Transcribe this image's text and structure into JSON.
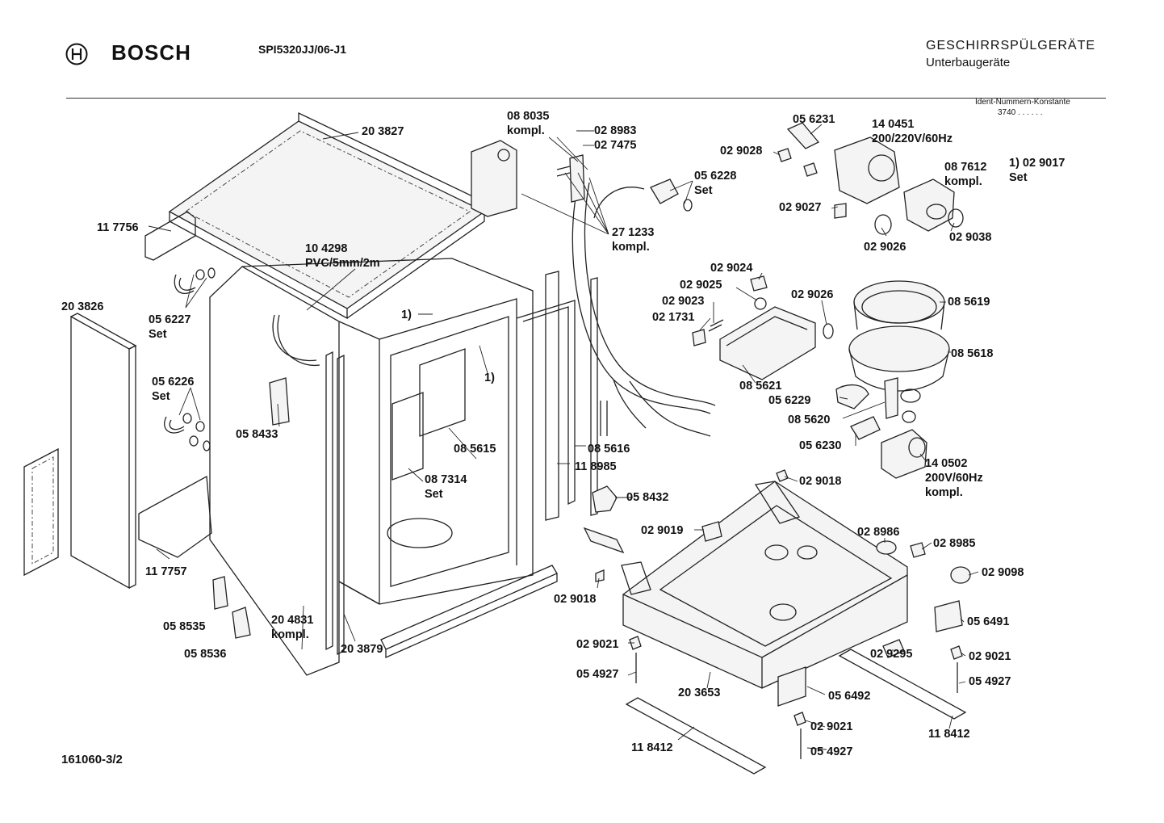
{
  "header": {
    "brand": "BOSCH",
    "model": "SPI5320JJ/06-J1",
    "category": "GESCHIRRSPÜLGERÄTE",
    "subcategory": "Unterbaugeräte",
    "ident_label": "Ident-Nummern-Konstante",
    "ident_value": "3740  . .  . . . ."
  },
  "footer": {
    "drawing_number": "161060-3/2"
  },
  "parts": [
    {
      "id": "p01",
      "lines": [
        "20 3827"
      ]
    },
    {
      "id": "p02",
      "lines": [
        "11 7756"
      ]
    },
    {
      "id": "p03",
      "lines": [
        "10 4298",
        "PVC/5mm/2m"
      ]
    },
    {
      "id": "p04",
      "lines": [
        "20 3826"
      ]
    },
    {
      "id": "p05",
      "lines": [
        "05 6227",
        "Set"
      ]
    },
    {
      "id": "p06",
      "lines": [
        "05 6226",
        "Set"
      ]
    },
    {
      "id": "p07",
      "lines": [
        "05 8433"
      ]
    },
    {
      "id": "p08",
      "lines": [
        "1)"
      ]
    },
    {
      "id": "p09",
      "lines": [
        "1)"
      ]
    },
    {
      "id": "p10",
      "lines": [
        "08 5615"
      ]
    },
    {
      "id": "p11",
      "lines": [
        "08 7314",
        "Set"
      ]
    },
    {
      "id": "p12",
      "lines": [
        "08 5616"
      ]
    },
    {
      "id": "p13",
      "lines": [
        "11 8985"
      ]
    },
    {
      "id": "p14",
      "lines": [
        "11 7757"
      ]
    },
    {
      "id": "p15",
      "lines": [
        "05 8535"
      ]
    },
    {
      "id": "p16",
      "lines": [
        "05 8536"
      ]
    },
    {
      "id": "p17",
      "lines": [
        "20 4831",
        "kompl."
      ]
    },
    {
      "id": "p18",
      "lines": [
        "20 3879"
      ]
    },
    {
      "id": "p19",
      "lines": [
        "08 8035",
        "kompl."
      ]
    },
    {
      "id": "p20",
      "lines": [
        "02 8983"
      ]
    },
    {
      "id": "p21",
      "lines": [
        "02 7475"
      ]
    },
    {
      "id": "p22",
      "lines": [
        "27 1233",
        "kompl."
      ]
    },
    {
      "id": "p23",
      "lines": [
        "05 6228",
        "Set"
      ]
    },
    {
      "id": "p24",
      "lines": [
        "05 6231"
      ]
    },
    {
      "id": "p25",
      "lines": [
        "14 0451",
        "200/220V/60Hz"
      ]
    },
    {
      "id": "p26",
      "lines": [
        "02 9028"
      ]
    },
    {
      "id": "p27",
      "lines": [
        "08 7612",
        "kompl."
      ]
    },
    {
      "id": "p28",
      "lines": [
        "1) 02 9017",
        "Set"
      ]
    },
    {
      "id": "p29",
      "lines": [
        "02 9027"
      ]
    },
    {
      "id": "p30",
      "lines": [
        "02 9026"
      ]
    },
    {
      "id": "p31",
      "lines": [
        "02 9038"
      ]
    },
    {
      "id": "p32",
      "lines": [
        "02 9024"
      ]
    },
    {
      "id": "p33",
      "lines": [
        "02 9025"
      ]
    },
    {
      "id": "p34",
      "lines": [
        "02 9023"
      ]
    },
    {
      "id": "p35",
      "lines": [
        "02 1731"
      ]
    },
    {
      "id": "p36",
      "lines": [
        "02 9026"
      ]
    },
    {
      "id": "p37",
      "lines": [
        "08 5619"
      ]
    },
    {
      "id": "p38",
      "lines": [
        "08 5618"
      ]
    },
    {
      "id": "p39",
      "lines": [
        "08 5621"
      ]
    },
    {
      "id": "p40",
      "lines": [
        "05 6229"
      ]
    },
    {
      "id": "p41",
      "lines": [
        "08 5620"
      ]
    },
    {
      "id": "p42",
      "lines": [
        "05 6230"
      ]
    },
    {
      "id": "p43",
      "lines": [
        "14 0502",
        "200V/60Hz",
        "kompl."
      ]
    },
    {
      "id": "p44",
      "lines": [
        "02 9018"
      ]
    },
    {
      "id": "p45",
      "lines": [
        "05 8432"
      ]
    },
    {
      "id": "p46",
      "lines": [
        "02 9019"
      ]
    },
    {
      "id": "p47",
      "lines": [
        "02 8986"
      ]
    },
    {
      "id": "p48",
      "lines": [
        "02 8985"
      ]
    },
    {
      "id": "p49",
      "lines": [
        "02 9098"
      ]
    },
    {
      "id": "p50",
      "lines": [
        "02 9018"
      ]
    },
    {
      "id": "p51",
      "lines": [
        "05 6491"
      ]
    },
    {
      "id": "p52",
      "lines": [
        "02 9021"
      ]
    },
    {
      "id": "p53",
      "lines": [
        "05 4927"
      ]
    },
    {
      "id": "p54",
      "lines": [
        "02 9295"
      ]
    },
    {
      "id": "p55",
      "lines": [
        "02 9021"
      ]
    },
    {
      "id": "p56",
      "lines": [
        "05 4927"
      ]
    },
    {
      "id": "p57",
      "lines": [
        "20 3653"
      ]
    },
    {
      "id": "p58",
      "lines": [
        "05 6492"
      ]
    },
    {
      "id": "p59",
      "lines": [
        "02 9021"
      ]
    },
    {
      "id": "p60",
      "lines": [
        "05 4927"
      ]
    },
    {
      "id": "p61",
      "lines": [
        "11 8412"
      ]
    },
    {
      "id": "p62",
      "lines": [
        "11 8412"
      ]
    }
  ]
}
